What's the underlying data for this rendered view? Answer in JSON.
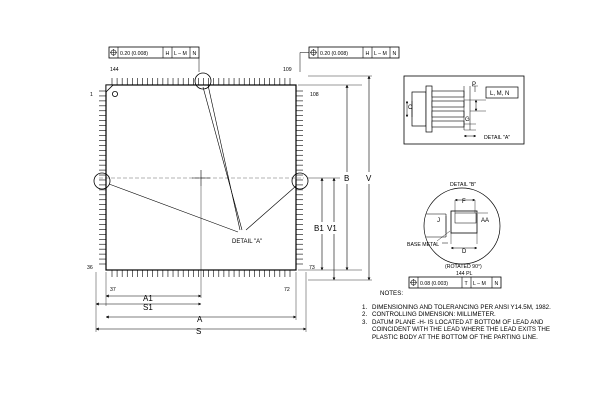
{
  "tolerance_frames": {
    "top_left": [
      "0.20 (0.008)",
      "H",
      "L – M",
      "N"
    ],
    "top_right": [
      "0.20 (0.008)",
      "H",
      "L – M",
      "N"
    ],
    "bottom_right": [
      "0.08 (0.003)",
      "T",
      "L – M",
      "N"
    ]
  },
  "pins": {
    "p144": "144",
    "p109": "109",
    "p1": "1",
    "p108": "108",
    "p36": "36",
    "p73": "73",
    "p37": "37",
    "p72": "72"
  },
  "dimensions": {
    "a1": "A1",
    "s1": "S1",
    "a": "A",
    "s": "S",
    "b": "B",
    "v": "V",
    "b1": "B1",
    "v1": "V1"
  },
  "detail_a_callout": "DETAIL \"A\"",
  "detail_a": {
    "title": "DETAIL \"A\"",
    "p": "P",
    "c": "C",
    "g": "G",
    "lmn": "L, M, N"
  },
  "detail_b": {
    "title": "DETAIL \"B\"",
    "f": "F",
    "j": "J",
    "aa": "AA",
    "d": "D",
    "base_metal": "BASE METAL",
    "rotated": "(ROTATED 90°)",
    "count": "144 PL"
  },
  "notes": {
    "header": "NOTES:",
    "items": [
      "DIMENSIONING AND TOLERANCING PER ANSI Y14.5M, 1982.",
      "CONTROLLING DIMENSION: MILLIMETER.",
      "DATUM PLANE -H- IS LOCATED AT BOTTOM OF LEAD AND COINCIDENT WITH THE LEAD WHERE THE LEAD EXITS THE PLASTIC BODY AT THE BOTTOM OF THE PARTING LINE."
    ]
  }
}
